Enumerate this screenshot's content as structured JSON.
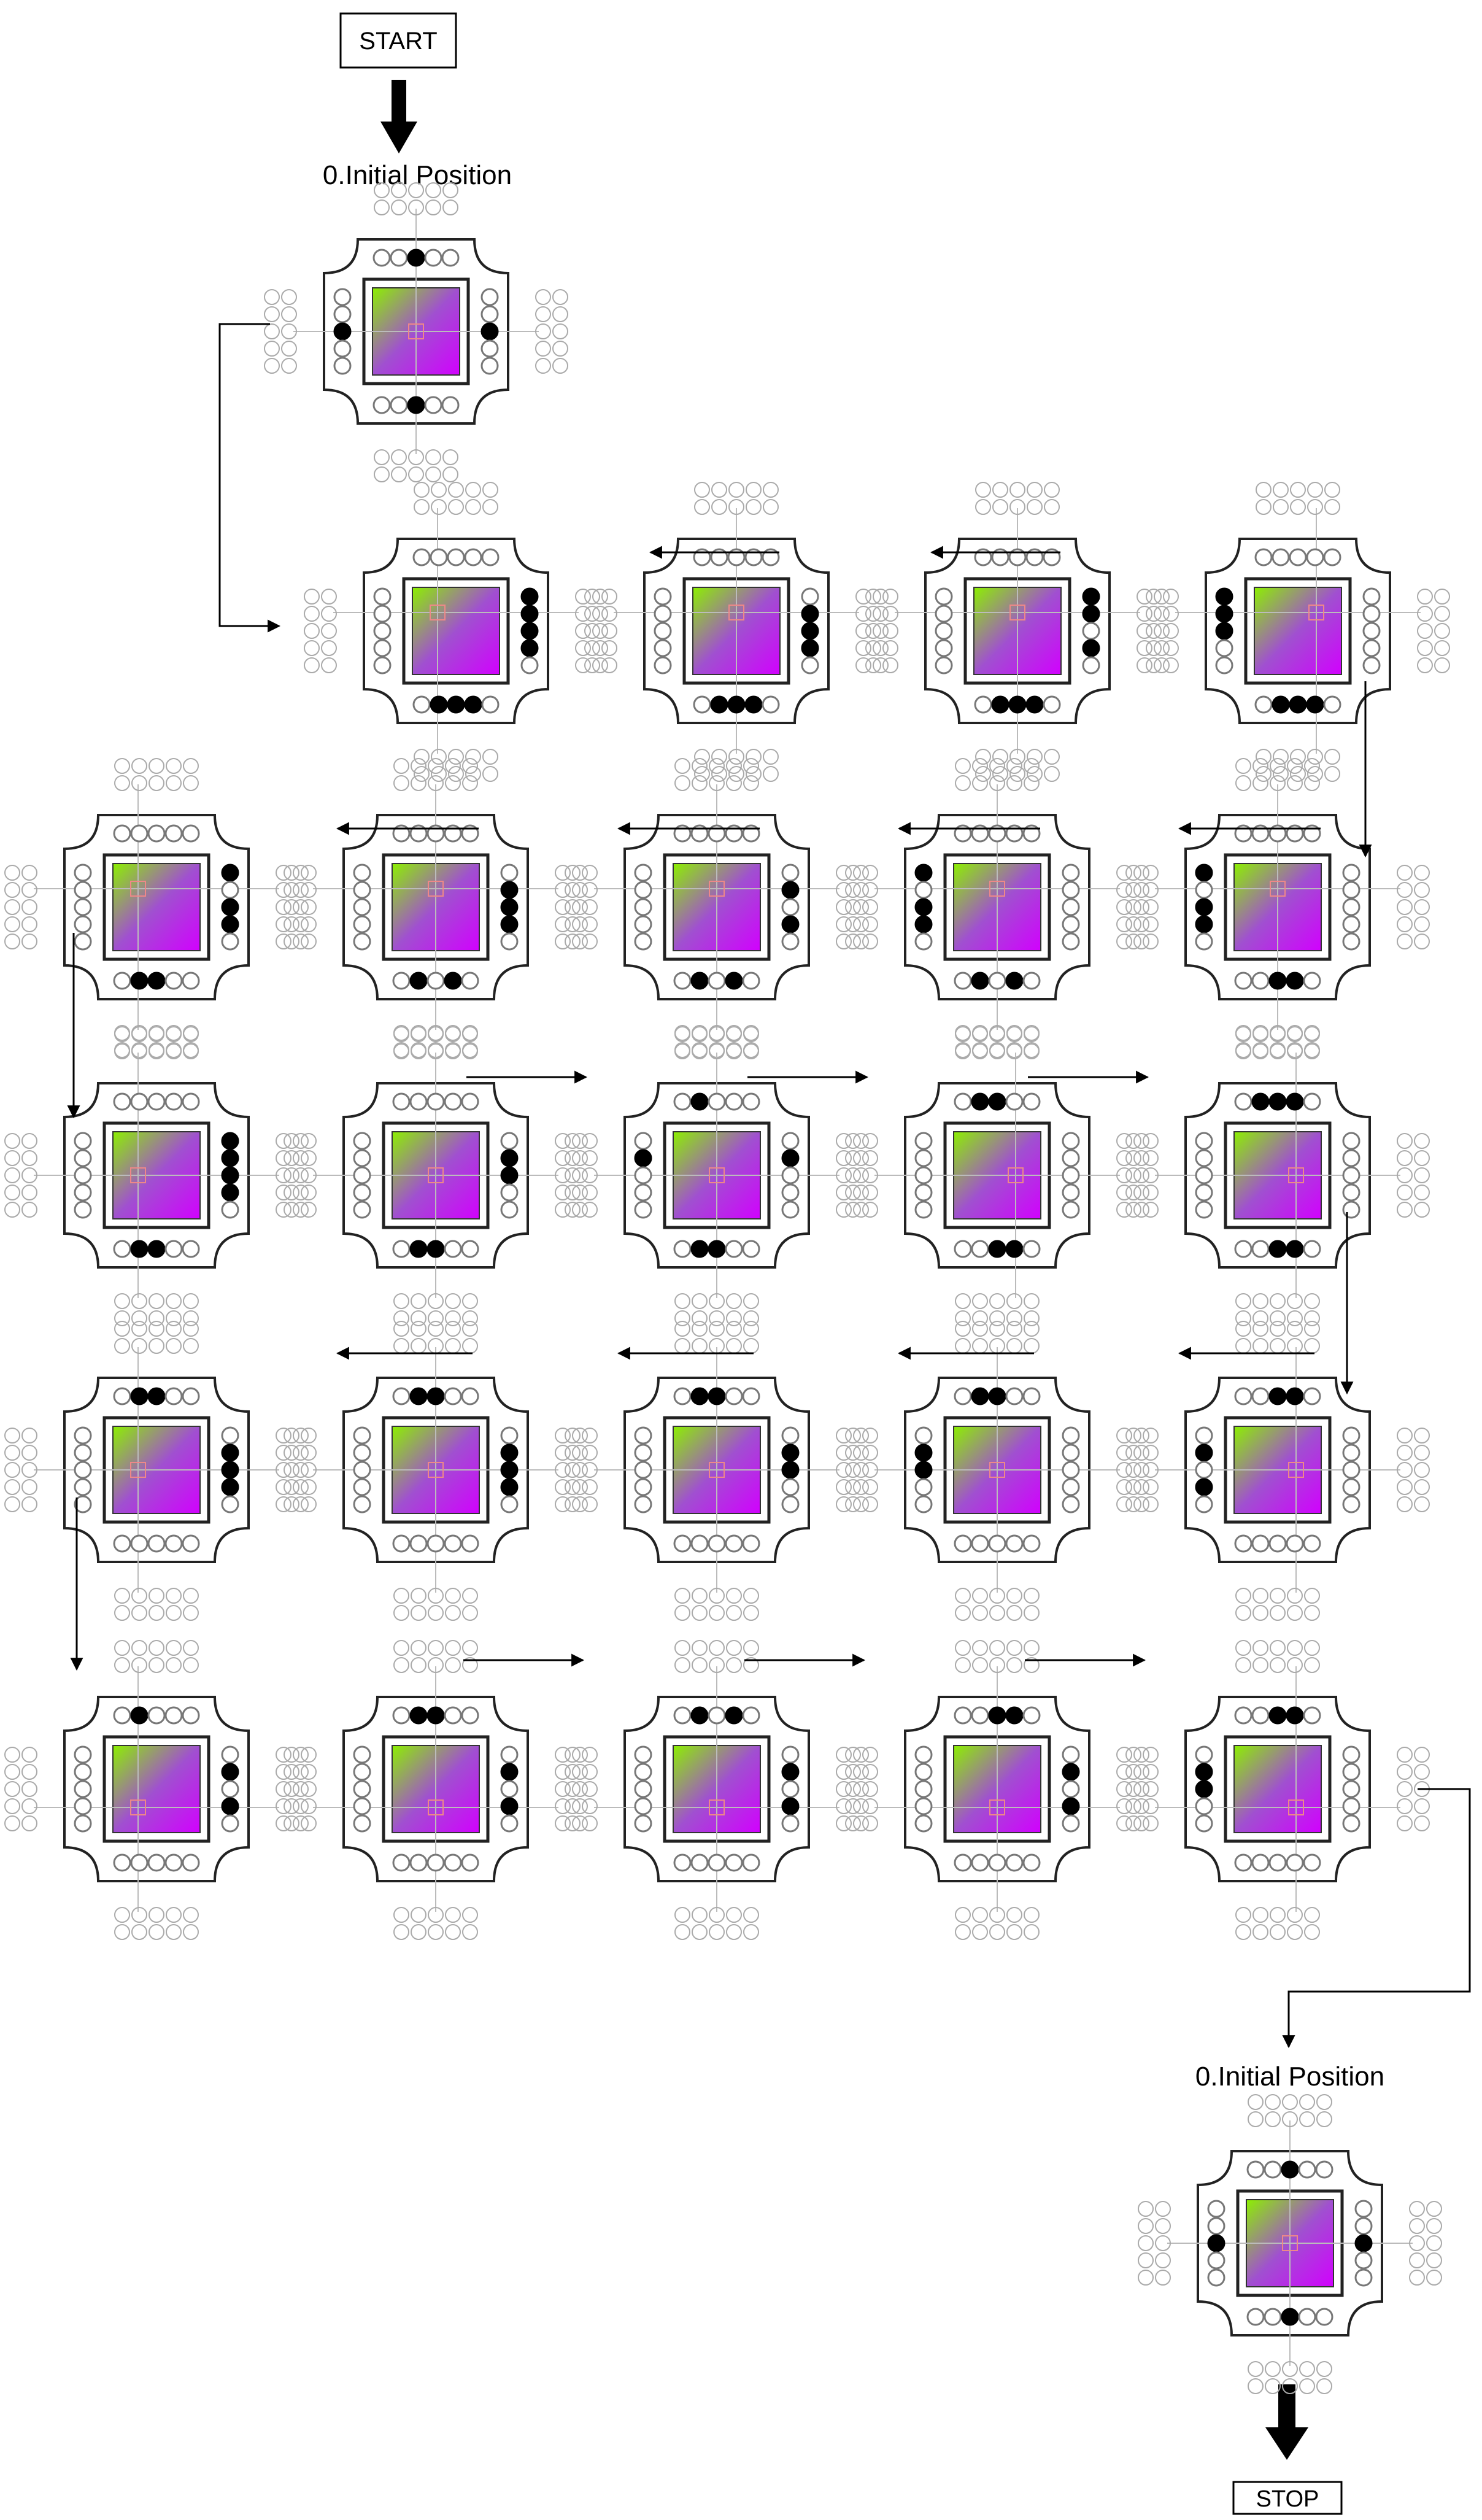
{
  "flow": {
    "start_label": "START",
    "stop_label": "STOP",
    "initial_label": "0.Initial Position",
    "final_label": "0.Initial Position"
  },
  "colors": {
    "chip_top": "#8cf000",
    "chip_bottom": "#d200ff",
    "line": "#000000",
    "hole": "#777777"
  },
  "icons": [
    "pcb-board-icon",
    "chip-icon",
    "solder-ball-icon",
    "arrow-icon"
  ]
}
